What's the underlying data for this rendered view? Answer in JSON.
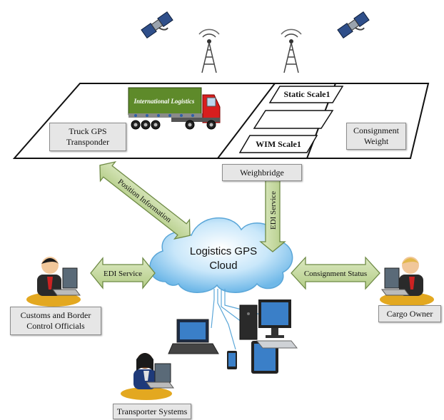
{
  "truck": {
    "sign": "International Logistics",
    "label": "Truck GPS\nTransponder"
  },
  "scales": {
    "static": "Static Scale1",
    "wim": "WIM Scale1"
  },
  "consignment_weight": "Consignment\nWeight",
  "weighbridge": "Weighbridge",
  "cloud": {
    "line1": "Logistics GPS",
    "line2": "Cloud"
  },
  "arrows": {
    "position": "Position Information",
    "edi_vertical": "EDI Service",
    "edi_left": "EDI Service",
    "consignment_status": "Consignment Status"
  },
  "people": {
    "customs": "Customs and Border\nControl Officials",
    "cargo_owner": "Cargo Owner",
    "transporter": "Transporter Systems"
  },
  "colors": {
    "arrow_fill": "#c7d9a2",
    "arrow_stroke": "#6e8a45",
    "cloud": "#8ecbf0",
    "truck_red": "#d81e1e",
    "trailer_green": "#5e8a2a"
  }
}
